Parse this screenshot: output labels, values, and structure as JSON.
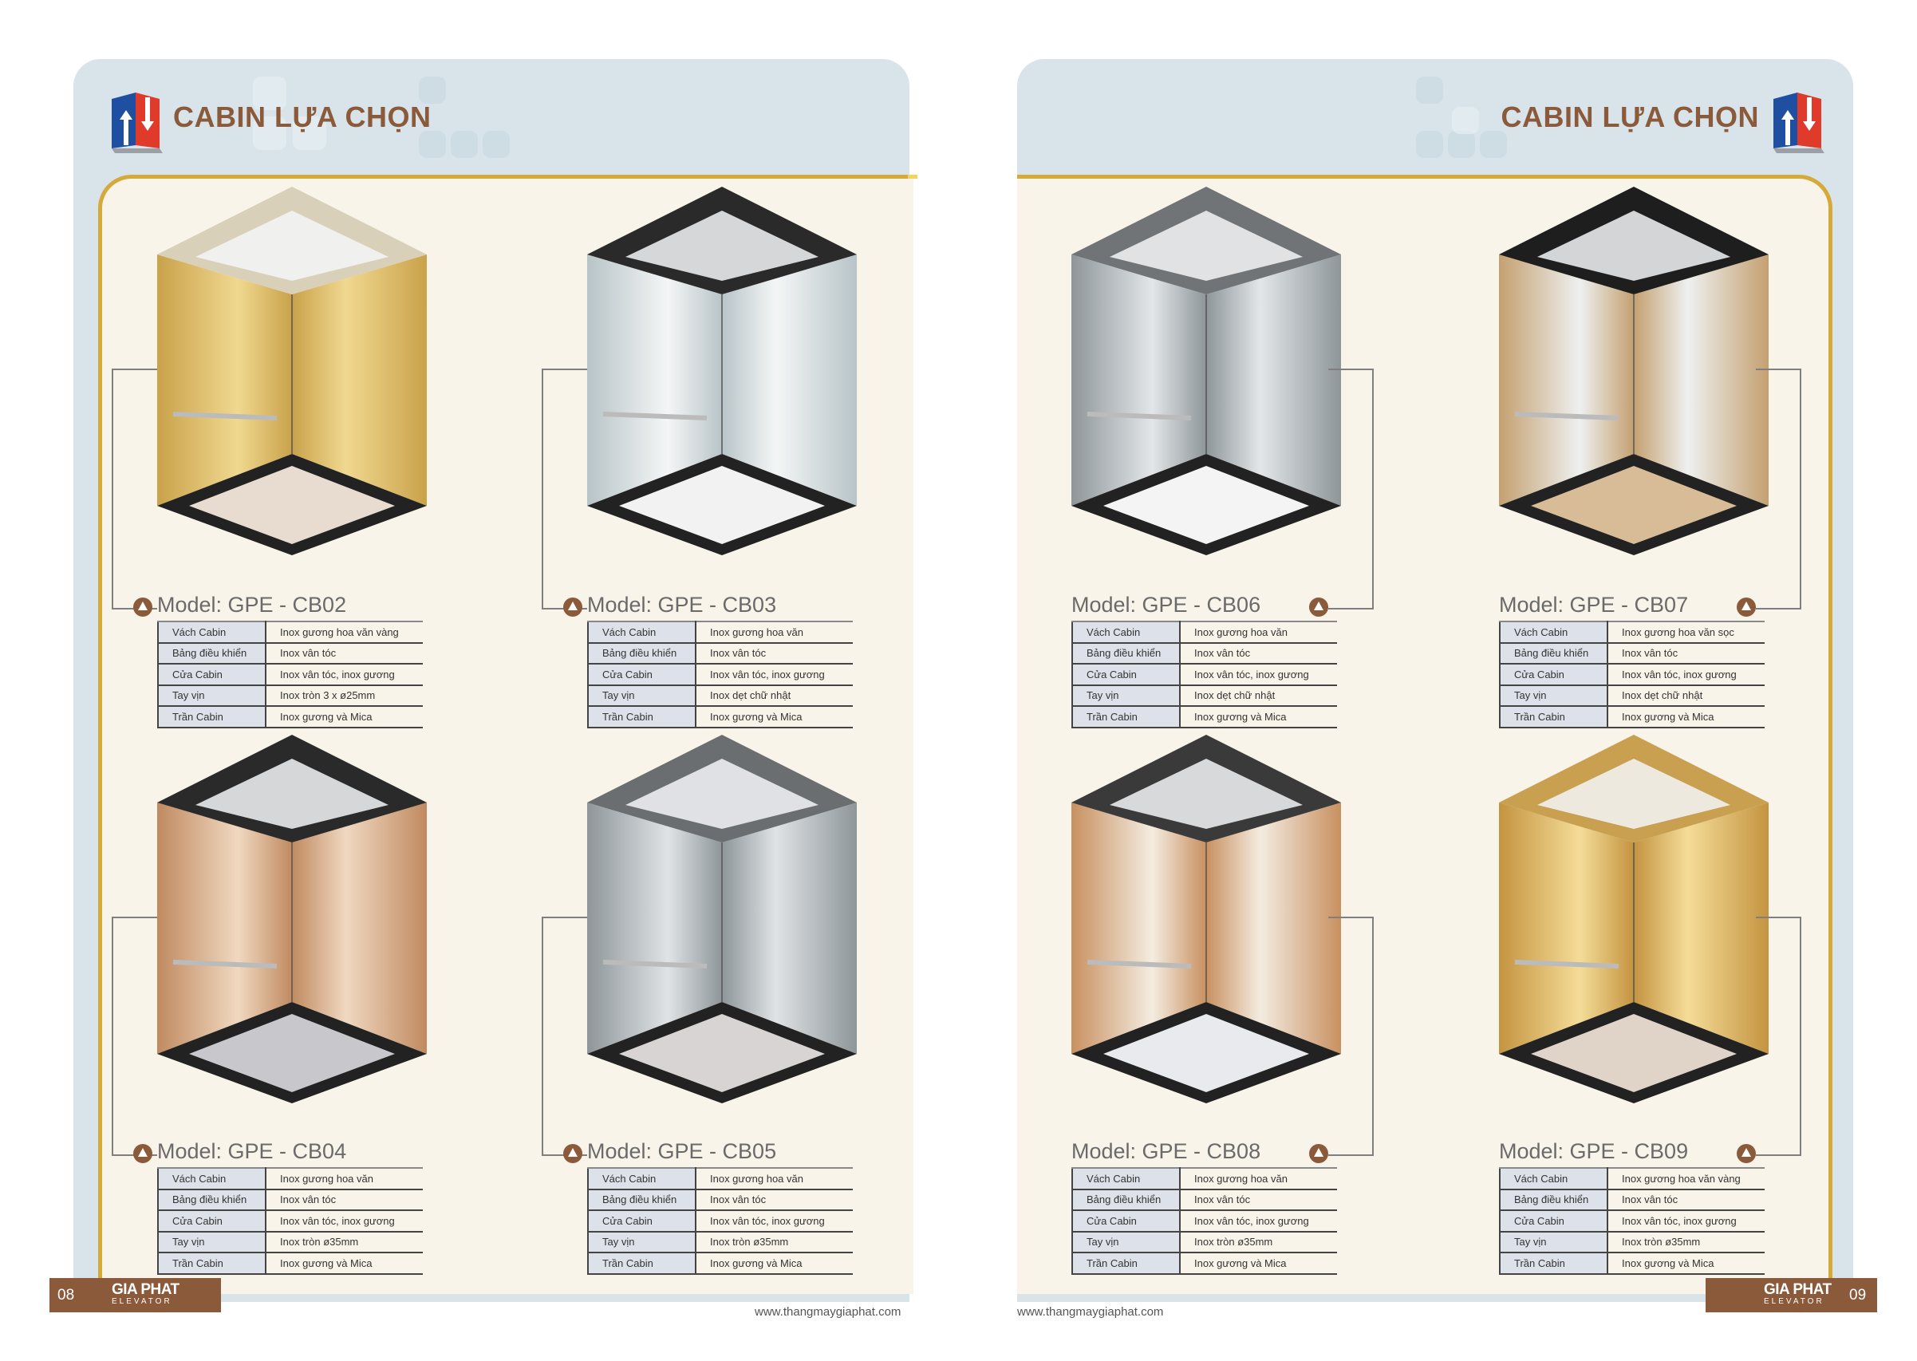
{
  "left_page": {
    "header_title": "CABIN LỰA CHỌN",
    "page_number": "08",
    "brand": "GIA PHAT",
    "brand_sub": "ELEVATOR",
    "website": "www.thangmaygiaphat.com"
  },
  "right_page": {
    "header_title": "CABIN LỰA CHỌN",
    "page_number": "09",
    "brand": "GIA PHAT",
    "brand_sub": "ELEVATOR",
    "website": "www.thangmaygiaphat.com"
  },
  "colors": {
    "brand_brown": "#8a5a3a",
    "gold_border": "#d6aa3a",
    "panel_blue": "#d9e4ea",
    "cream": "#f8f4ea",
    "logo_blue": "#1f4fa0",
    "logo_red": "#e03a2a"
  },
  "spec_labels": [
    "Vách Cabin",
    "Bảng điều khiển",
    "Cửa Cabin",
    "Tay vịn",
    "Trần Cabin"
  ],
  "cabins": [
    {
      "model": "Model: GPE - CB02",
      "theme": {
        "wall": "#c9a24a",
        "wall2": "#f0d890",
        "ceil": "#d8d0b8",
        "floor": "#e8dcd0"
      },
      "specs": [
        "Inox gương hoa văn vàng",
        "Inox vân tóc",
        "Inox vân tóc, inox gương",
        "Inox tròn 3 x ø25mm",
        "Inox gương và Mica"
      ]
    },
    {
      "model": "Model: GPE - CB03",
      "theme": {
        "wall": "#b8c4c8",
        "wall2": "#f4f6f6",
        "ceil": "#2a2a2a",
        "floor": "#f2f2f2"
      },
      "specs": [
        "Inox gương hoa văn",
        "Inox vân tóc",
        "Inox vân tóc, inox gương",
        "Inox dẹt chữ nhật",
        "Inox gương và Mica"
      ]
    },
    {
      "model": "Model: GPE - CB04",
      "theme": {
        "wall": "#c08a60",
        "wall2": "#f0d8c0",
        "ceil": "#2a2a2a",
        "floor": "#c8c8cc"
      },
      "specs": [
        "Inox gương hoa văn",
        "Inox vân tóc",
        "Inox vân tóc, inox gương",
        "Inox tròn ø35mm",
        "Inox gương và Mica"
      ]
    },
    {
      "model": "Model: GPE - CB05",
      "theme": {
        "wall": "#8e969a",
        "wall2": "#dfe3e5",
        "ceil": "#6a6e70",
        "floor": "#d8d4d4"
      },
      "specs": [
        "Inox gương hoa văn",
        "Inox vân tóc",
        "Inox vân tóc, inox gương",
        "Inox tròn ø35mm",
        "Inox gương và Mica"
      ]
    },
    {
      "model": "Model: GPE - CB06",
      "theme": {
        "wall": "#8e969a",
        "wall2": "#e2e6e8",
        "ceil": "#707476",
        "floor": "#f4f4f4"
      },
      "specs": [
        "Inox gương hoa văn",
        "Inox vân tóc",
        "Inox vân tóc, inox gương",
        "Inox dẹt chữ nhật",
        "Inox gương và Mica"
      ]
    },
    {
      "model": "Model: GPE - CB07",
      "theme": {
        "wall": "#c4a070",
        "wall2": "#eef0f0",
        "ceil": "#1e1e1e",
        "floor": "#d8bc98"
      },
      "specs": [
        "Inox gương hoa văn sọc",
        "Inox vân tóc",
        "Inox vân tóc, inox gương",
        "Inox dẹt chữ nhật",
        "Inox gương và Mica"
      ]
    },
    {
      "model": "Model: GPE - CB08",
      "theme": {
        "wall": "#c89060",
        "wall2": "#f4ece0",
        "ceil": "#3a3a3a",
        "floor": "#e8eaee"
      },
      "specs": [
        "Inox gương hoa văn",
        "Inox vân tóc",
        "Inox vân tóc, inox gương",
        "Inox tròn ø35mm",
        "Inox gương và Mica"
      ]
    },
    {
      "model": "Model: GPE - CB09",
      "theme": {
        "wall": "#c49440",
        "wall2": "#f4dc98",
        "ceil": "#c8a050",
        "floor": "#e0d4c8"
      },
      "specs": [
        "Inox gương hoa văn vàng",
        "Inox vân tóc",
        "Inox vân tóc, inox gương",
        "Inox tròn ø35mm",
        "Inox gương và Mica"
      ]
    }
  ]
}
